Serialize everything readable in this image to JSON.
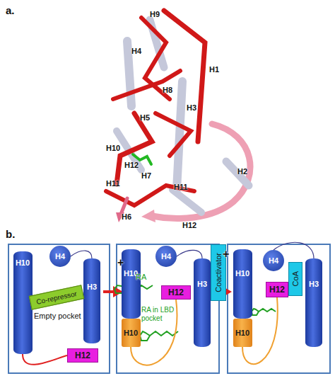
{
  "diagram": {
    "nodes": [
      {
        "text": [
          "H10"
        ]
      },
      {
        "text": [
          "H4"
        ]
      },
      {
        "text": [
          "H3"
        ]
      },
      {
        "text": [
          "Co-repressor"
        ]
      },
      {
        "text": [
          "H12"
        ]
      },
      {
        "text": [
          "H10"
        ]
      },
      {
        "text": [
          "H4"
        ]
      },
      {
        "text": [
          "H12"
        ]
      },
      {
        "text": [
          "H3"
        ]
      },
      {
        "text": [
          "H10"
        ]
      },
      {
        "text": [
          "Coactivator"
        ]
      },
      {
        "text": [
          "H10"
        ]
      },
      {
        "text": [
          "H4"
        ]
      },
      {
        "text": [
          "CoA"
        ]
      },
      {
        "text": [
          "H12"
        ]
      },
      {
        "text": [
          "H3"
        ]
      },
      {
        "text": [
          "H10"
        ]
      }
    ],
    "edges": [
      {
        "from": 0,
        "to": 4,
        "arrow": "none"
      },
      {
        "from": 1,
        "to": 2,
        "arrow": "none"
      },
      {
        "from": 9,
        "to": 7,
        "arrow": "none"
      },
      {
        "from": 6,
        "to": 8,
        "arrow": "none"
      },
      {
        "from": 16,
        "to": 14,
        "arrow": "none"
      },
      {
        "from": 12,
        "to": 15,
        "arrow": "none"
      }
    ],
    "labels": [
      "a.",
      "H9",
      "H4",
      "H1",
      "H8",
      "H3",
      "H5",
      "H10",
      "H12",
      "H7",
      "H11",
      "H11",
      "H2",
      "H6",
      "H12",
      "b.",
      "Empty pocket",
      "+",
      "RA",
      "RA in LBD pocket",
      "+"
    ]
  }
}
